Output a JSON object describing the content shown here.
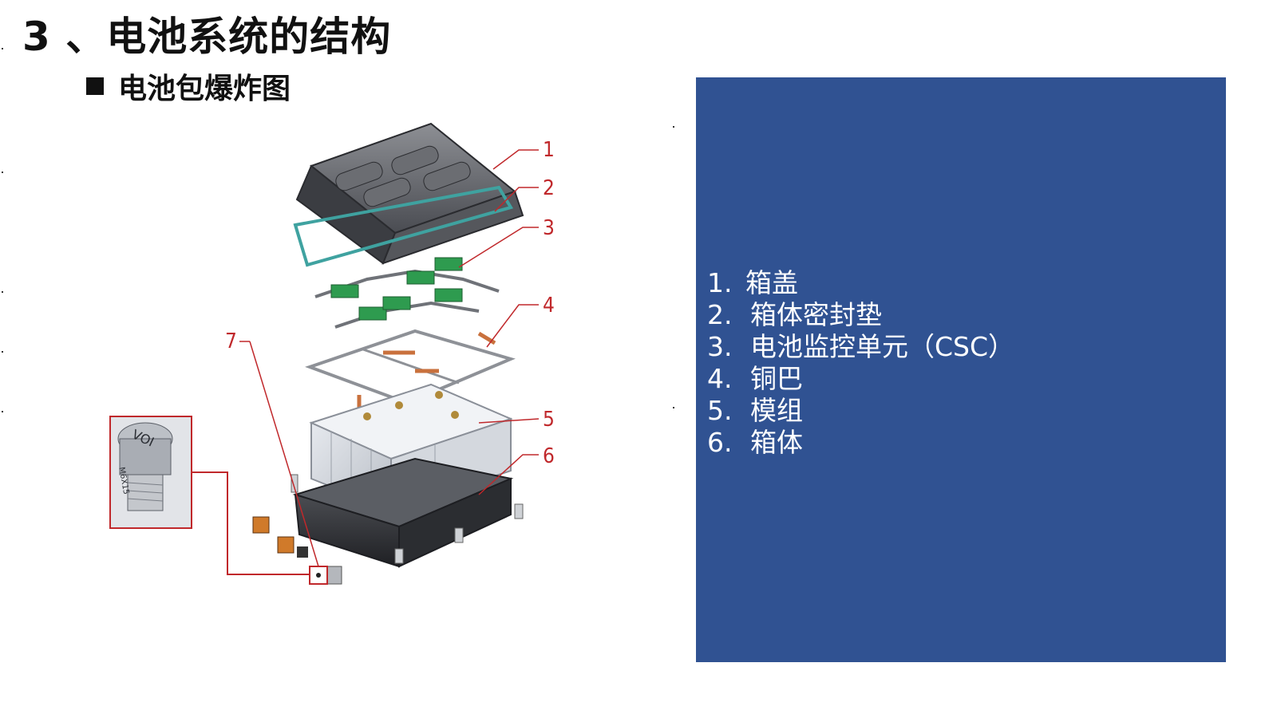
{
  "slide": {
    "title": "3 、电池系统的结构",
    "subtitle": "电池包爆炸图"
  },
  "figure": {
    "callouts": [
      "1",
      "2",
      "3",
      "4",
      "5",
      "6",
      "7"
    ],
    "vent_cap_text": "VOI",
    "vent_thread_text": "M6X15"
  },
  "legend": {
    "items": [
      {
        "num": "1.",
        "label": "箱盖"
      },
      {
        "num": "2.",
        "label": "箱体密封垫"
      },
      {
        "num": "3.",
        "label": "电池监控单元（CSC）"
      },
      {
        "num": "4.",
        "label": "铜巴"
      },
      {
        "num": "5.",
        "label": "模组"
      },
      {
        "num": "6.",
        "label": "箱体"
      }
    ]
  },
  "colors": {
    "panel_bg": "#305292",
    "callout_red": "#c0282b",
    "csc_green": "#2e9b4f",
    "busbar_copper": "#c9713d"
  }
}
